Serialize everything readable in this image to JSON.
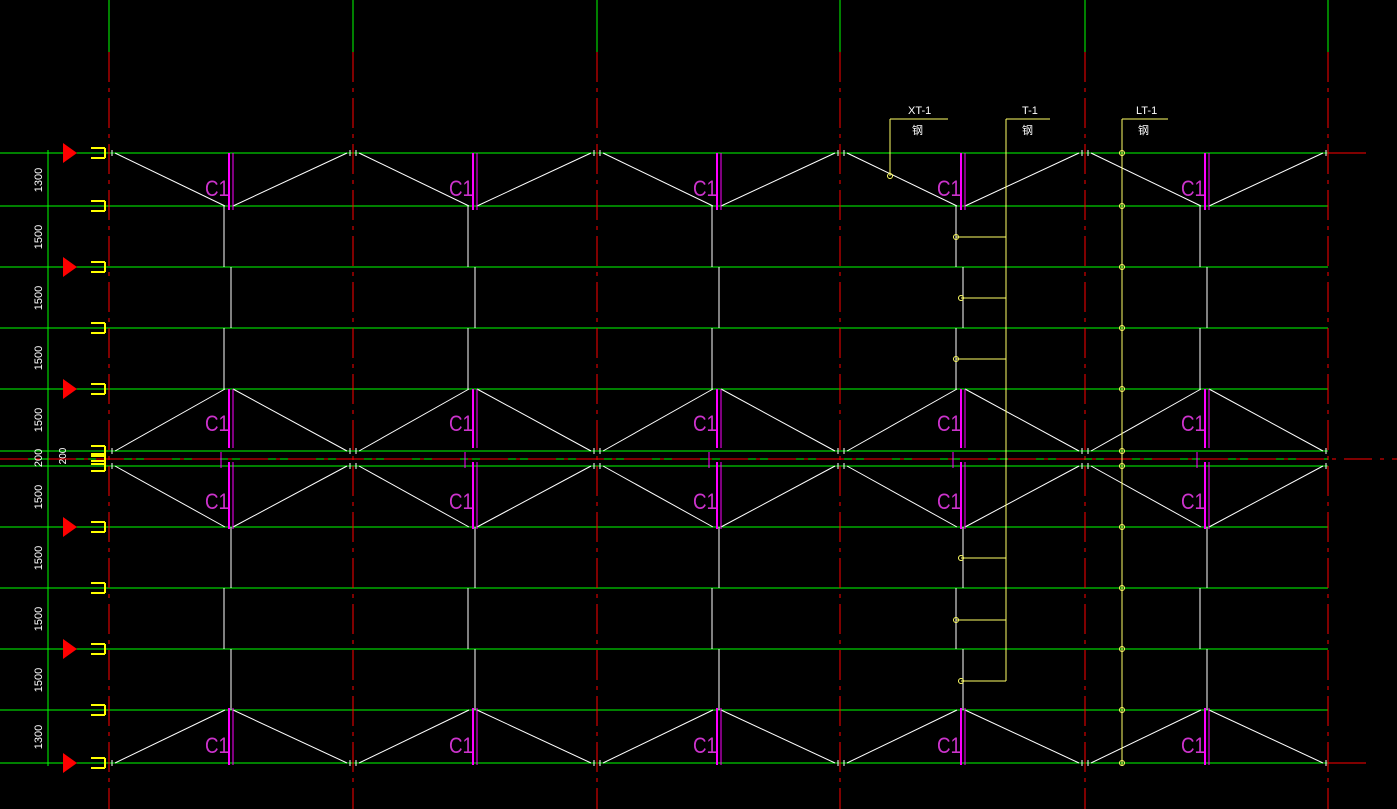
{
  "colors": {
    "background": "#000000",
    "grid_line": "#00ff00",
    "axis_line": "#ff0000",
    "member_line": "#ffffff",
    "column_mark": "#ff00ff",
    "label_magenta": "#cc33cc",
    "callout": "#ffff66",
    "support_marker": "#ff0000",
    "bracket": "#ffff00",
    "dimension_text": "#ffffff"
  },
  "icons": {
    "support_marker": "red-triangle-icon",
    "purlin_bracket": "purlin-bracket-icon"
  },
  "drawing": {
    "dimensions": [
      "1300",
      "1500",
      "1500",
      "1500",
      "1500",
      "200",
      "1500",
      "1500",
      "1500",
      "1500",
      "1300"
    ],
    "dimension_extra": "200",
    "column_label": "C1",
    "callouts": [
      {
        "code": "XT-1",
        "material": "钢"
      },
      {
        "code": "T-1",
        "material": "钢"
      },
      {
        "code": "LT-1",
        "material": "钢"
      }
    ]
  }
}
